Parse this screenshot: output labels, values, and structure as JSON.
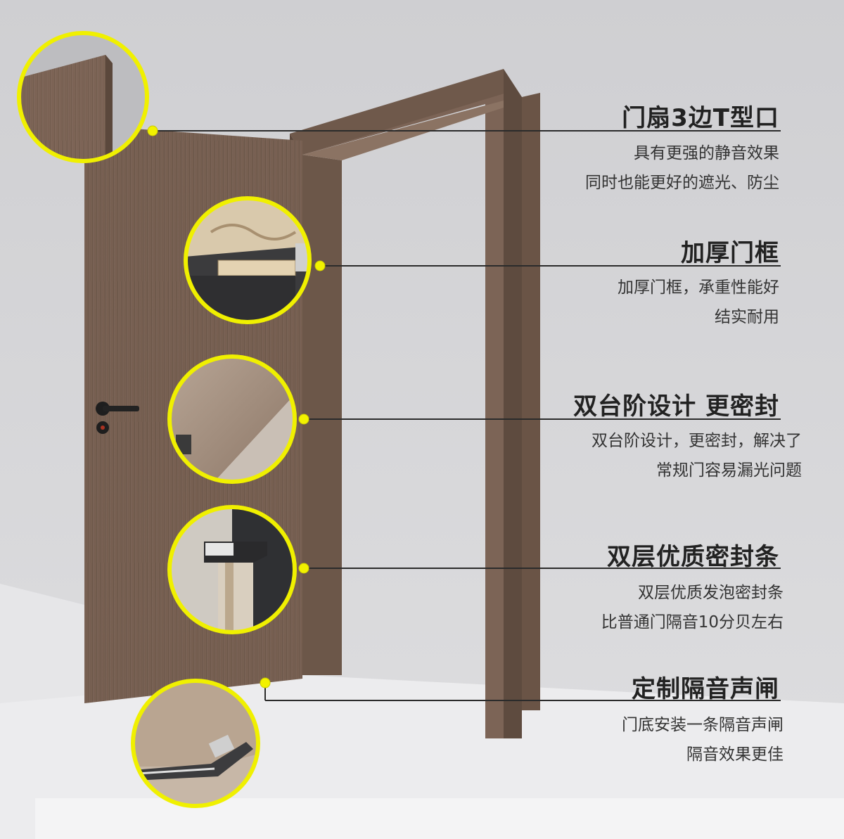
{
  "colors": {
    "background": "#d6d6d8",
    "wood": "#7a6253",
    "accent_yellow": "#f0f000",
    "text": "#222222"
  },
  "features": [
    {
      "title": "门扇3边T型口",
      "lines": [
        "具有更强的静音效果",
        "同时也能更好的遮光、防尘"
      ],
      "detail": "t-edge-detail"
    },
    {
      "title": "加厚门框",
      "lines": [
        "加厚门框，承重性能好",
        "结实耐用"
      ],
      "detail": "thick-frame-detail"
    },
    {
      "title": "双台阶设计 更密封",
      "lines": [
        "双台阶设计，更密封，解决了",
        "常规门容易漏光问题"
      ],
      "detail": "double-step-detail"
    },
    {
      "title": "双层优质密封条",
      "lines": [
        "双层优质发泡密封条",
        "比普通门隔音10分贝左右"
      ],
      "detail": "seal-strip-detail"
    },
    {
      "title": "定制隔音声闸",
      "lines": [
        "门底安装一条隔音声闸",
        "隔音效果更佳"
      ],
      "detail": "sound-gate-detail"
    }
  ]
}
